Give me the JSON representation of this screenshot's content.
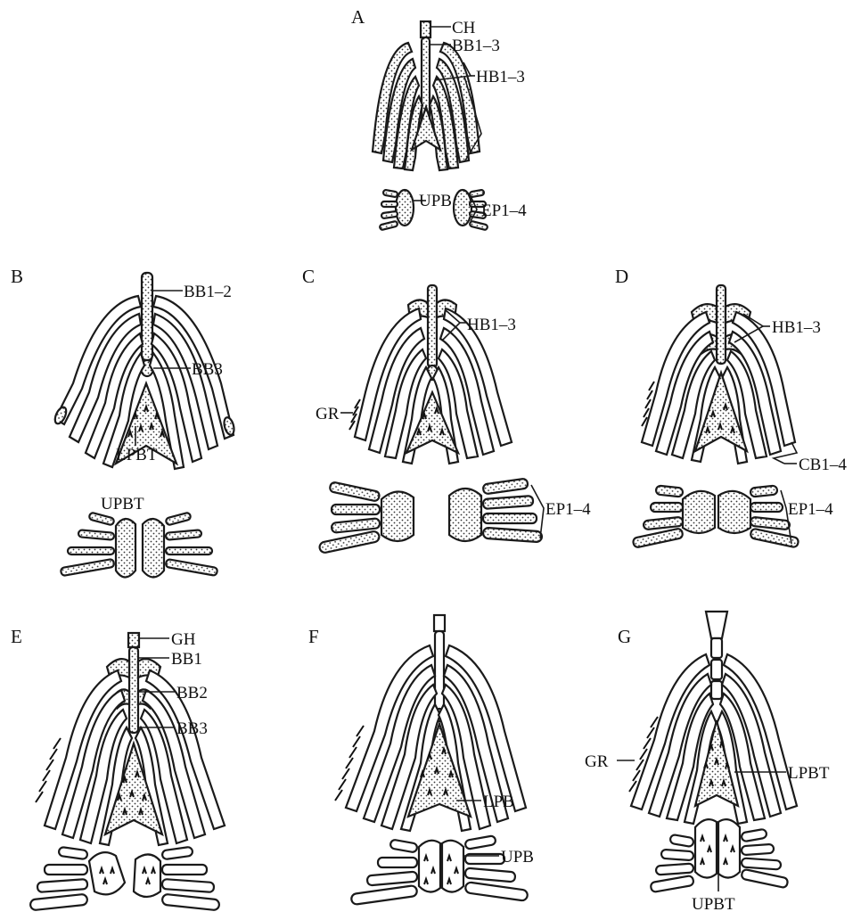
{
  "panels": [
    {
      "id": "A",
      "labels": {
        "ch": "CH",
        "bb": "BB1–3",
        "hb": "HB1–3",
        "upb": "UPB",
        "ep": "EP1–4"
      }
    },
    {
      "id": "B",
      "labels": {
        "bb12": "BB1–2",
        "bb3": "BB3",
        "lpbt": "LPBT",
        "upbt": "UPBT"
      }
    },
    {
      "id": "C",
      "labels": {
        "hb": "HB1–3",
        "gr": "GR",
        "ep": "EP1–4"
      }
    },
    {
      "id": "D",
      "labels": {
        "hb": "HB1–3",
        "cb": "CB1–4",
        "ep": "EP1–4"
      }
    },
    {
      "id": "E",
      "labels": {
        "gh": "GH",
        "bb1": "BB1",
        "bb2": "BB2",
        "bb3": "BB3"
      }
    },
    {
      "id": "F",
      "labels": {
        "lpb": "LPB",
        "upb": "UPB"
      }
    },
    {
      "id": "G",
      "labels": {
        "gr": "GR",
        "lpbt": "LPBT",
        "upbt": "UPBT"
      }
    }
  ]
}
